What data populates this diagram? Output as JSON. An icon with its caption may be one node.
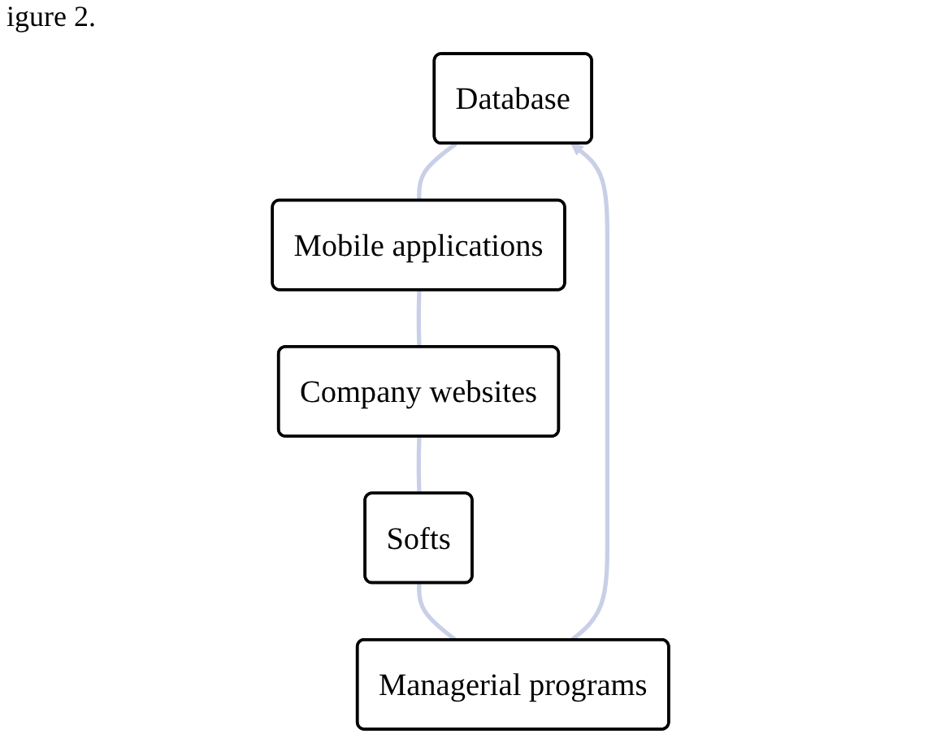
{
  "diagram": {
    "nodes": [
      {
        "text": [
          "Database"
        ]
      },
      {
        "text": [
          "Mobile applications"
        ]
      },
      {
        "text": [
          "Company websites"
        ]
      },
      {
        "text": [
          "Softs"
        ]
      },
      {
        "text": [
          "Managerial programs"
        ]
      }
    ],
    "edges": [
      {
        "from": 0,
        "to": 1,
        "arrow": "none"
      },
      {
        "from": 1,
        "to": 2,
        "arrow": "none"
      },
      {
        "from": 2,
        "to": 3,
        "arrow": "none"
      },
      {
        "from": 3,
        "to": 4,
        "arrow": "none"
      },
      {
        "from": 4,
        "to": 0,
        "arrow": "to"
      }
    ],
    "labels": [
      "igure 2."
    ]
  }
}
